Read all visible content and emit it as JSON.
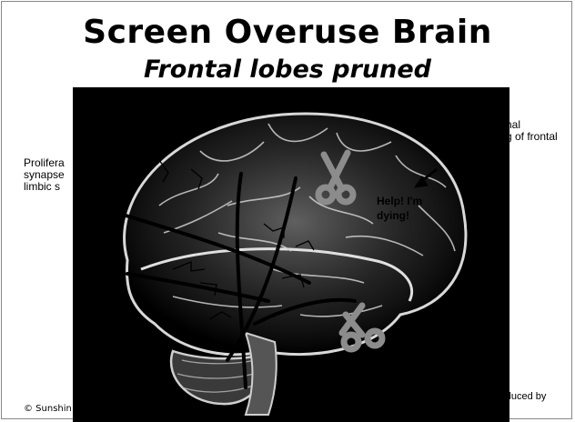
{
  "slide": {
    "title": "Screen Overuse Brain",
    "subtitle": "Frontal lobes pruned",
    "left_note_text": "Prolifera\nsynapse\nlimbic s",
    "right_note_text": "nal\ng of frontal",
    "callout": "Help! I'm\ndying!",
    "footer_left": "© Sunshin",
    "footer_right": "roduced by"
  },
  "colors": {
    "background": "#ffffff",
    "panel": "#000000",
    "brain_stroke": "#cfcfcf",
    "scissors": "#8c8c8c",
    "text": "#000000"
  },
  "icons": {
    "scissors_top": "scissors-icon",
    "scissors_bottom": "scissors-icon",
    "arrow": "arrow-icon"
  }
}
